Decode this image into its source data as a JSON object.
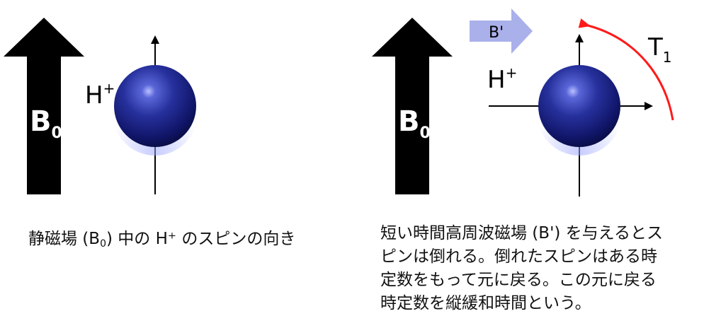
{
  "left_panel": {
    "field_label": "B",
    "field_sub": "0",
    "proton_label": "H",
    "proton_sup": "+",
    "caption": {
      "pre": "静磁場 (B",
      "sub": "0",
      "post": ") 中の H⁺ のスピンの向き"
    }
  },
  "right_panel": {
    "field_label": "B",
    "field_sub": "0",
    "proton_label": "H",
    "proton_sup": "+",
    "rf_label": "B'",
    "relax_label": "T",
    "relax_sub": "1",
    "caption_lines": [
      "短い時間高周波磁場 (B') を与えるとス",
      "ピンは倒れる。倒れたスピンはある時",
      "定数をもって元に戻る。この元に戻る",
      "時定数を縦緩和時間という。"
    ]
  },
  "colors": {
    "arrow": "#000000",
    "sphere": "#1e2a8f",
    "rf_arrow": "#aab0ea",
    "relax_arc": "#ff1a1a"
  }
}
